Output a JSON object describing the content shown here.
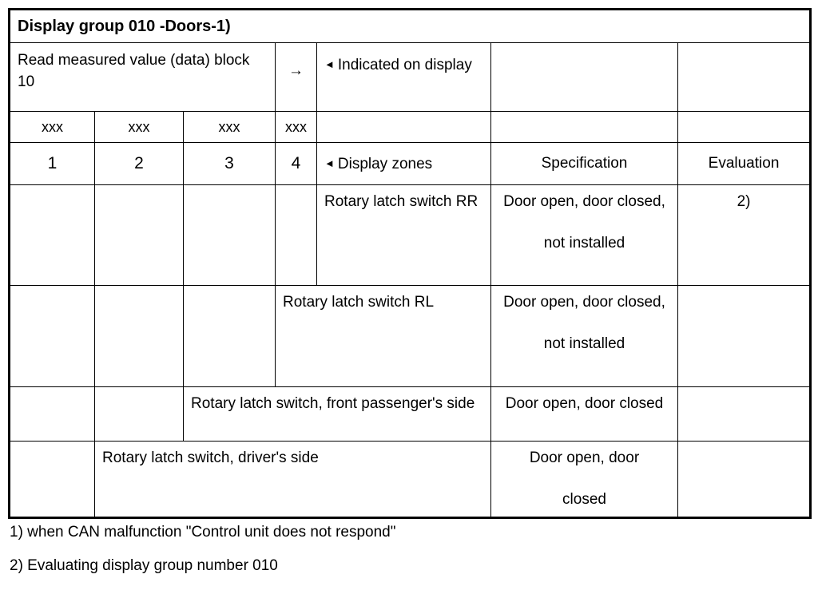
{
  "document": {
    "title": "Display group 010 -Doors-1)"
  },
  "table": {
    "procedure": {
      "instruction": "Read measured value (data) block 10",
      "arrow": "→",
      "indicated_marker": "◄",
      "indicated_label": "Indicated on display"
    },
    "placeholder_row": {
      "cells": [
        "xxx",
        "xxx",
        "xxx",
        "xxx"
      ]
    },
    "header_row": {
      "zone_numbers": [
        "1",
        "2",
        "3",
        "4"
      ],
      "zones_marker": "◄",
      "zones_label": "Display zones",
      "specification": "Specification",
      "evaluation": "Evaluation"
    },
    "rows": [
      {
        "description": "Rotary latch switch RR",
        "specification": "Door open, door closed,\n\nnot installed",
        "evaluation": "2)",
        "span_from_column": 5
      },
      {
        "description": "Rotary latch switch RL",
        "specification": "Door open, door closed,\n\nnot installed",
        "evaluation": "",
        "span_from_column": 4
      },
      {
        "description": "Rotary latch switch, front passenger's side",
        "specification": "Door open, door closed",
        "evaluation": "",
        "span_from_column": 3
      },
      {
        "description": "Rotary latch switch, driver's side",
        "specification": "Door open, door\n\nclosed",
        "evaluation": "",
        "span_from_column": 2
      }
    ]
  },
  "footnotes": [
    "1) when CAN malfunction \"Control unit does not respond\"",
    "2) Evaluating display group number 010"
  ]
}
